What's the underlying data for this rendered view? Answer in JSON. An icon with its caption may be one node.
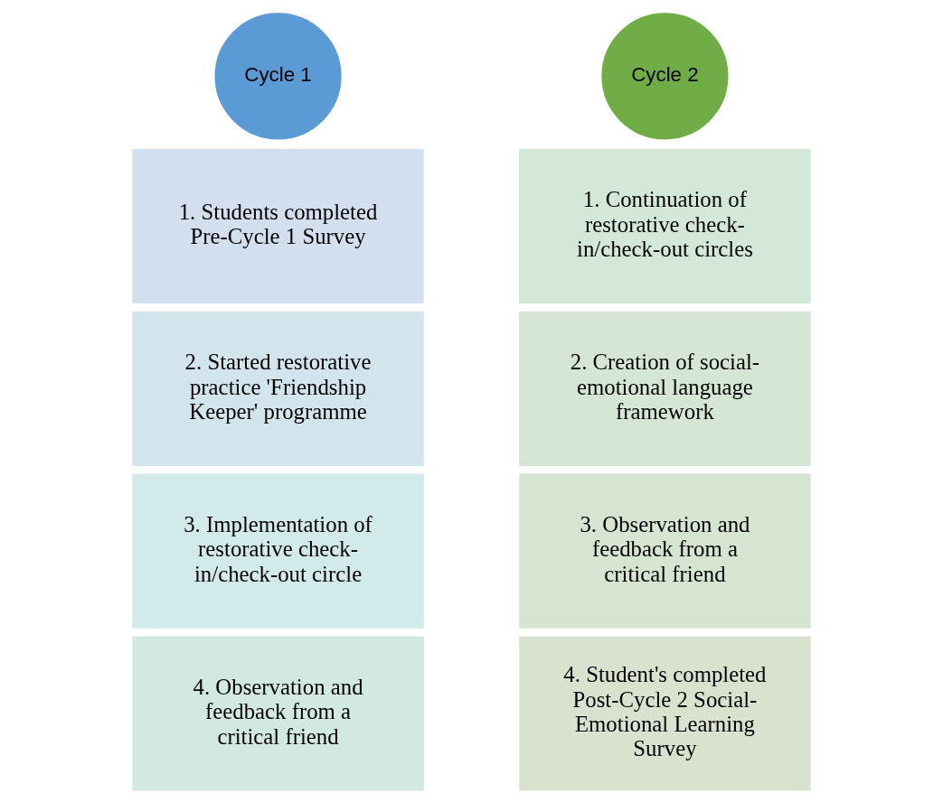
{
  "diagram": {
    "nodes": [
      {
        "text": [
          "Cycle 1"
        ]
      },
      {
        "text": [
          "1. Students completed Pre-Cycle 1 Survey"
        ]
      },
      {
        "text": [
          "2. Started restorative practice 'Friendship Keeper' programme"
        ]
      },
      {
        "text": [
          "3. Implementation of restorative check-in/check-out circle"
        ]
      },
      {
        "text": [
          "4. Observation and feedback from a critical friend"
        ]
      },
      {
        "text": [
          "Cycle 2"
        ]
      },
      {
        "text": [
          "1. Continuation of restorative check-in/check-out circles"
        ]
      },
      {
        "text": [
          "2. Creation of social-emotional language framework"
        ]
      },
      {
        "text": [
          "3. Observation and feedback from a critical friend"
        ]
      },
      {
        "text": [
          "4. Student's completed Post-Cycle 2 Social-Emotional Learning Survey"
        ]
      }
    ]
  }
}
